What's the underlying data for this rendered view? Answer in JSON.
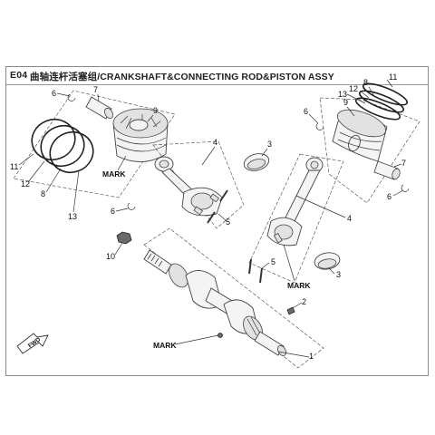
{
  "title": {
    "code": "E04",
    "text": "曲轴连杆活塞组/CRANKSHAFT&CONNECTING ROD&PISTON ASSY"
  },
  "callouts": {
    "c1": "1",
    "c2": "2",
    "c3a": "3",
    "c3b": "3",
    "c4a": "4",
    "c4b": "4",
    "c5a": "5",
    "c5b": "5",
    "c6a": "6",
    "c6b": "6",
    "c6c": "6",
    "c6d": "6",
    "c7a": "7",
    "c7b": "7",
    "c8a": "8",
    "c8b": "8",
    "c9a": "9",
    "c9b": "9",
    "c10": "10",
    "c11a": "11",
    "c11b": "11",
    "c12a": "12",
    "c12b": "12",
    "c13a": "13",
    "c13b": "13"
  },
  "marks": {
    "piston_left": "MARK",
    "rod_right": "MARK",
    "crank": "MARK"
  },
  "fwd_label": "FWD"
}
